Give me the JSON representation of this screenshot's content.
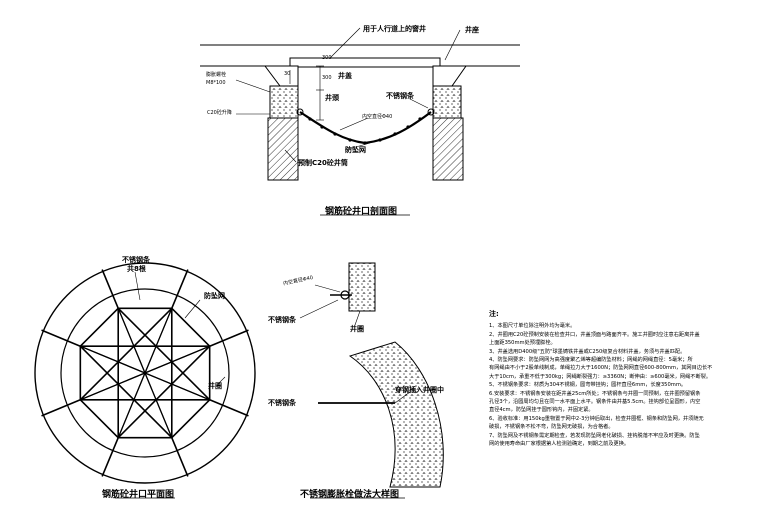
{
  "section": {
    "title": "钢筋砼井口剖面图",
    "label_sidewalk": "用于人行道上的窨井",
    "label_well_seat": "井座",
    "label_cover": "井盖",
    "label_neck": "井颈",
    "label_stainless_chain": "不锈钢条",
    "label_anchor": "膨胀螺栓",
    "label_anchor_spec": "M8*100",
    "label_c20": "C20砼升降",
    "label_rope": "内空直径Φ40",
    "label_net": "防坠网",
    "label_precast": "预制C20砼井筒",
    "dims": [
      "300",
      "300",
      "30"
    ]
  },
  "plan": {
    "title": "钢筋砼井口平面图",
    "label_bars": "不锈钢条",
    "label_bars_count": "共8根",
    "label_net": "防坠网",
    "label_ring": "井圈"
  },
  "detail_a": {
    "label_rope": "内空直径Φ40",
    "label_bar": "不锈钢条",
    "label_ring": "井圈"
  },
  "detail_b": {
    "title": "不锈钢膨胀栓做法大样图",
    "label_insert": "穿钢插入井圈中",
    "label_bar": "不锈钢条"
  },
  "notes": {
    "heading": "注:",
    "items": [
      "1、本图尺寸单位除注明外均为毫米。",
      "2、井圈用C20砼预制安装在检查井口，井盖顶面与路面齐平。施工井圈时应注意右距离井盖",
      "上面距350mm处预埋膨栓。",
      "3、井盖选用D400级\"五防\"球墨铸铁井盖或C250级复合材料井盖，务须与井盖匹配。",
      "4、防坠网要求：防坠网网为高强度聚乙烯等超编防坠材料；网绳的网绳直径：5毫米；所",
      "有网绳由不小于2股单线制成，单绳拉力大于1600N；防坠网网直径600-800mm，其网目边长不",
      "大于10cm，承重不低于300kg；网绳断裂强力：≥3360N；断伸由：≥600毫米，网绳不断裂。",
      "5、不锈钢条要求：材质为304不锈钢，圆弯带挂钩；圆杆直径6mm，长度350mm。",
      "6.安装要求：不锈钢条安装在距井盖25cm所处；不锈钢条与井圈一同预制，在井圈预留钢条",
      "孔径3个，沿圆周均匀且在同一水平面上水平。钢条件由并基5.5cm。挂钩部位呈圆形，内空",
      "直径4cm，防坠网挂于圆形钩内，并固定紧。",
      "6、验收标准：用150kg重物置于网中2-3分钟后取出，检查井圈框、钢条和防坠网，并须随无",
      "破损，不锈钢条不松不弯，防坠网无破损，为合格者。",
      "7、防坠网及不锈钢条需定期检查，若发现防坠网老化破损、挂钩脱落不牢应及时更换。防坠",
      "网的使用寿命由厂家根据第人检测验确定，到期之前及更换。"
    ]
  }
}
